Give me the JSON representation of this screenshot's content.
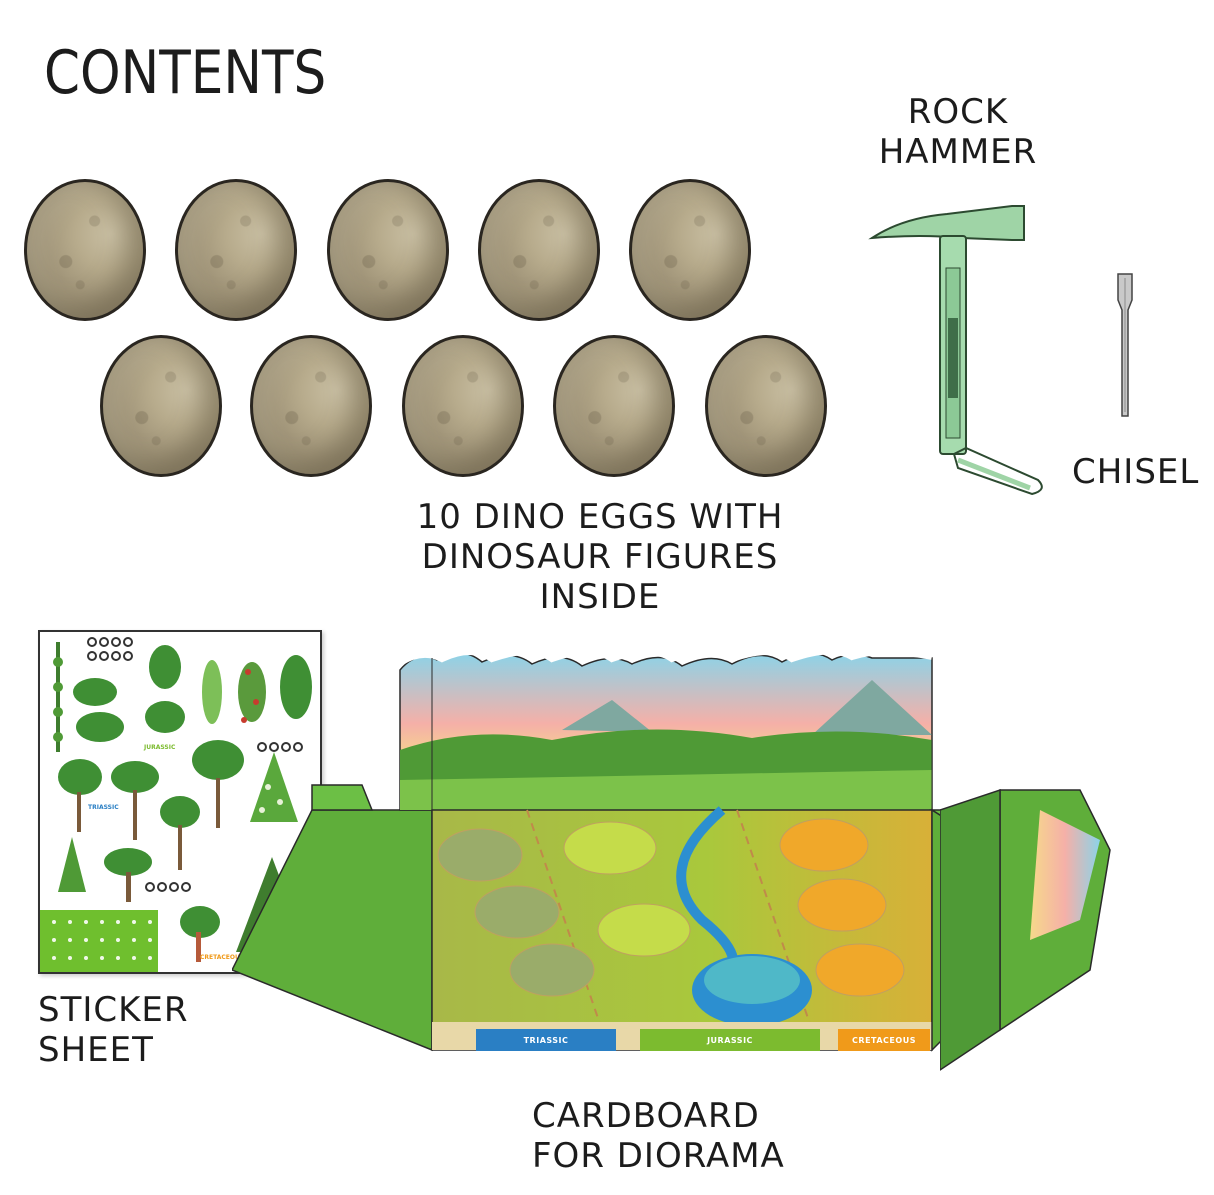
{
  "title": "CONTENTS",
  "eggs": {
    "label_line1": "10 DINO EGGS WITH",
    "label_line2": "DINOSAUR FIGURES INSIDE"
  },
  "hammer": {
    "label_line1": "ROCK",
    "label_line2": "HAMMER"
  },
  "chisel": {
    "label": "CHISEL"
  },
  "sticker_sheet": {
    "label_line1": "STICKER",
    "label_line2": "SHEET",
    "eras": [
      "JURASSIC",
      "TRIASSIC",
      "CRETACEOUS"
    ]
  },
  "diorama": {
    "label_line1": "CARDBOARD",
    "label_line2": "FOR DIORAMA",
    "eras": [
      {
        "name": "TRIASSIC",
        "color": "#2a7fc4"
      },
      {
        "name": "JURASSIC",
        "color": "#7cbb2f"
      },
      {
        "name": "CRETACEOUS",
        "color": "#f09a1a"
      }
    ]
  },
  "colors": {
    "hammer": "#9fd4a6",
    "grass": "#5fae3a",
    "sky_top": "#8cd3e8"
  }
}
